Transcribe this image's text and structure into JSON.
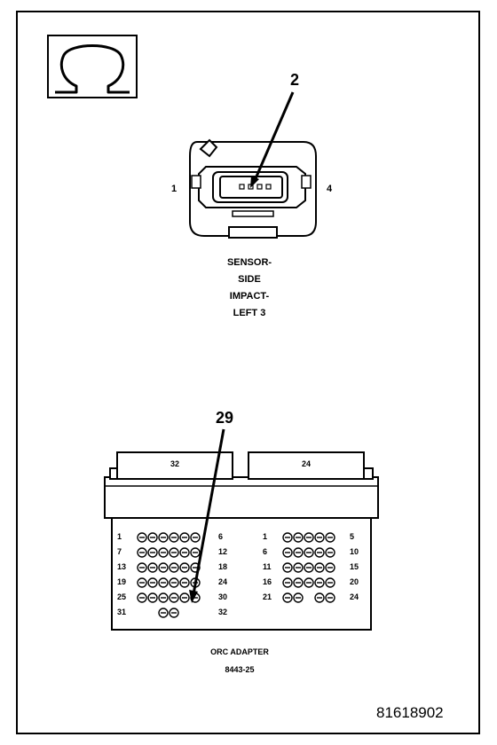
{
  "symbol": {
    "icon": "omega-ohm-icon"
  },
  "sensor": {
    "callout": "2",
    "pin_left": "1",
    "pin_right": "4",
    "label_lines": [
      "SENSOR-",
      "SIDE",
      "IMPACT-",
      "LEFT 3"
    ]
  },
  "adapter": {
    "callout": "29",
    "left_header": "32",
    "right_header": "24",
    "left_rows": [
      {
        "start": "1",
        "end": "6",
        "pins": 6
      },
      {
        "start": "7",
        "end": "12",
        "pins": 6
      },
      {
        "start": "13",
        "end": "18",
        "pins": 6
      },
      {
        "start": "19",
        "end": "24",
        "pins": 6
      },
      {
        "start": "25",
        "end": "30",
        "pins": 6
      },
      {
        "start": "31",
        "end": "32",
        "pins": 2
      }
    ],
    "right_rows": [
      {
        "start": "1",
        "end": "5",
        "pins": 5
      },
      {
        "start": "6",
        "end": "10",
        "pins": 5
      },
      {
        "start": "11",
        "end": "15",
        "pins": 5
      },
      {
        "start": "16",
        "end": "20",
        "pins": 5
      },
      {
        "start": "21",
        "end": "24",
        "pins": 4
      }
    ],
    "name": "ORC ADAPTER",
    "part_number": "8443-25"
  },
  "figure_id": "81618902"
}
